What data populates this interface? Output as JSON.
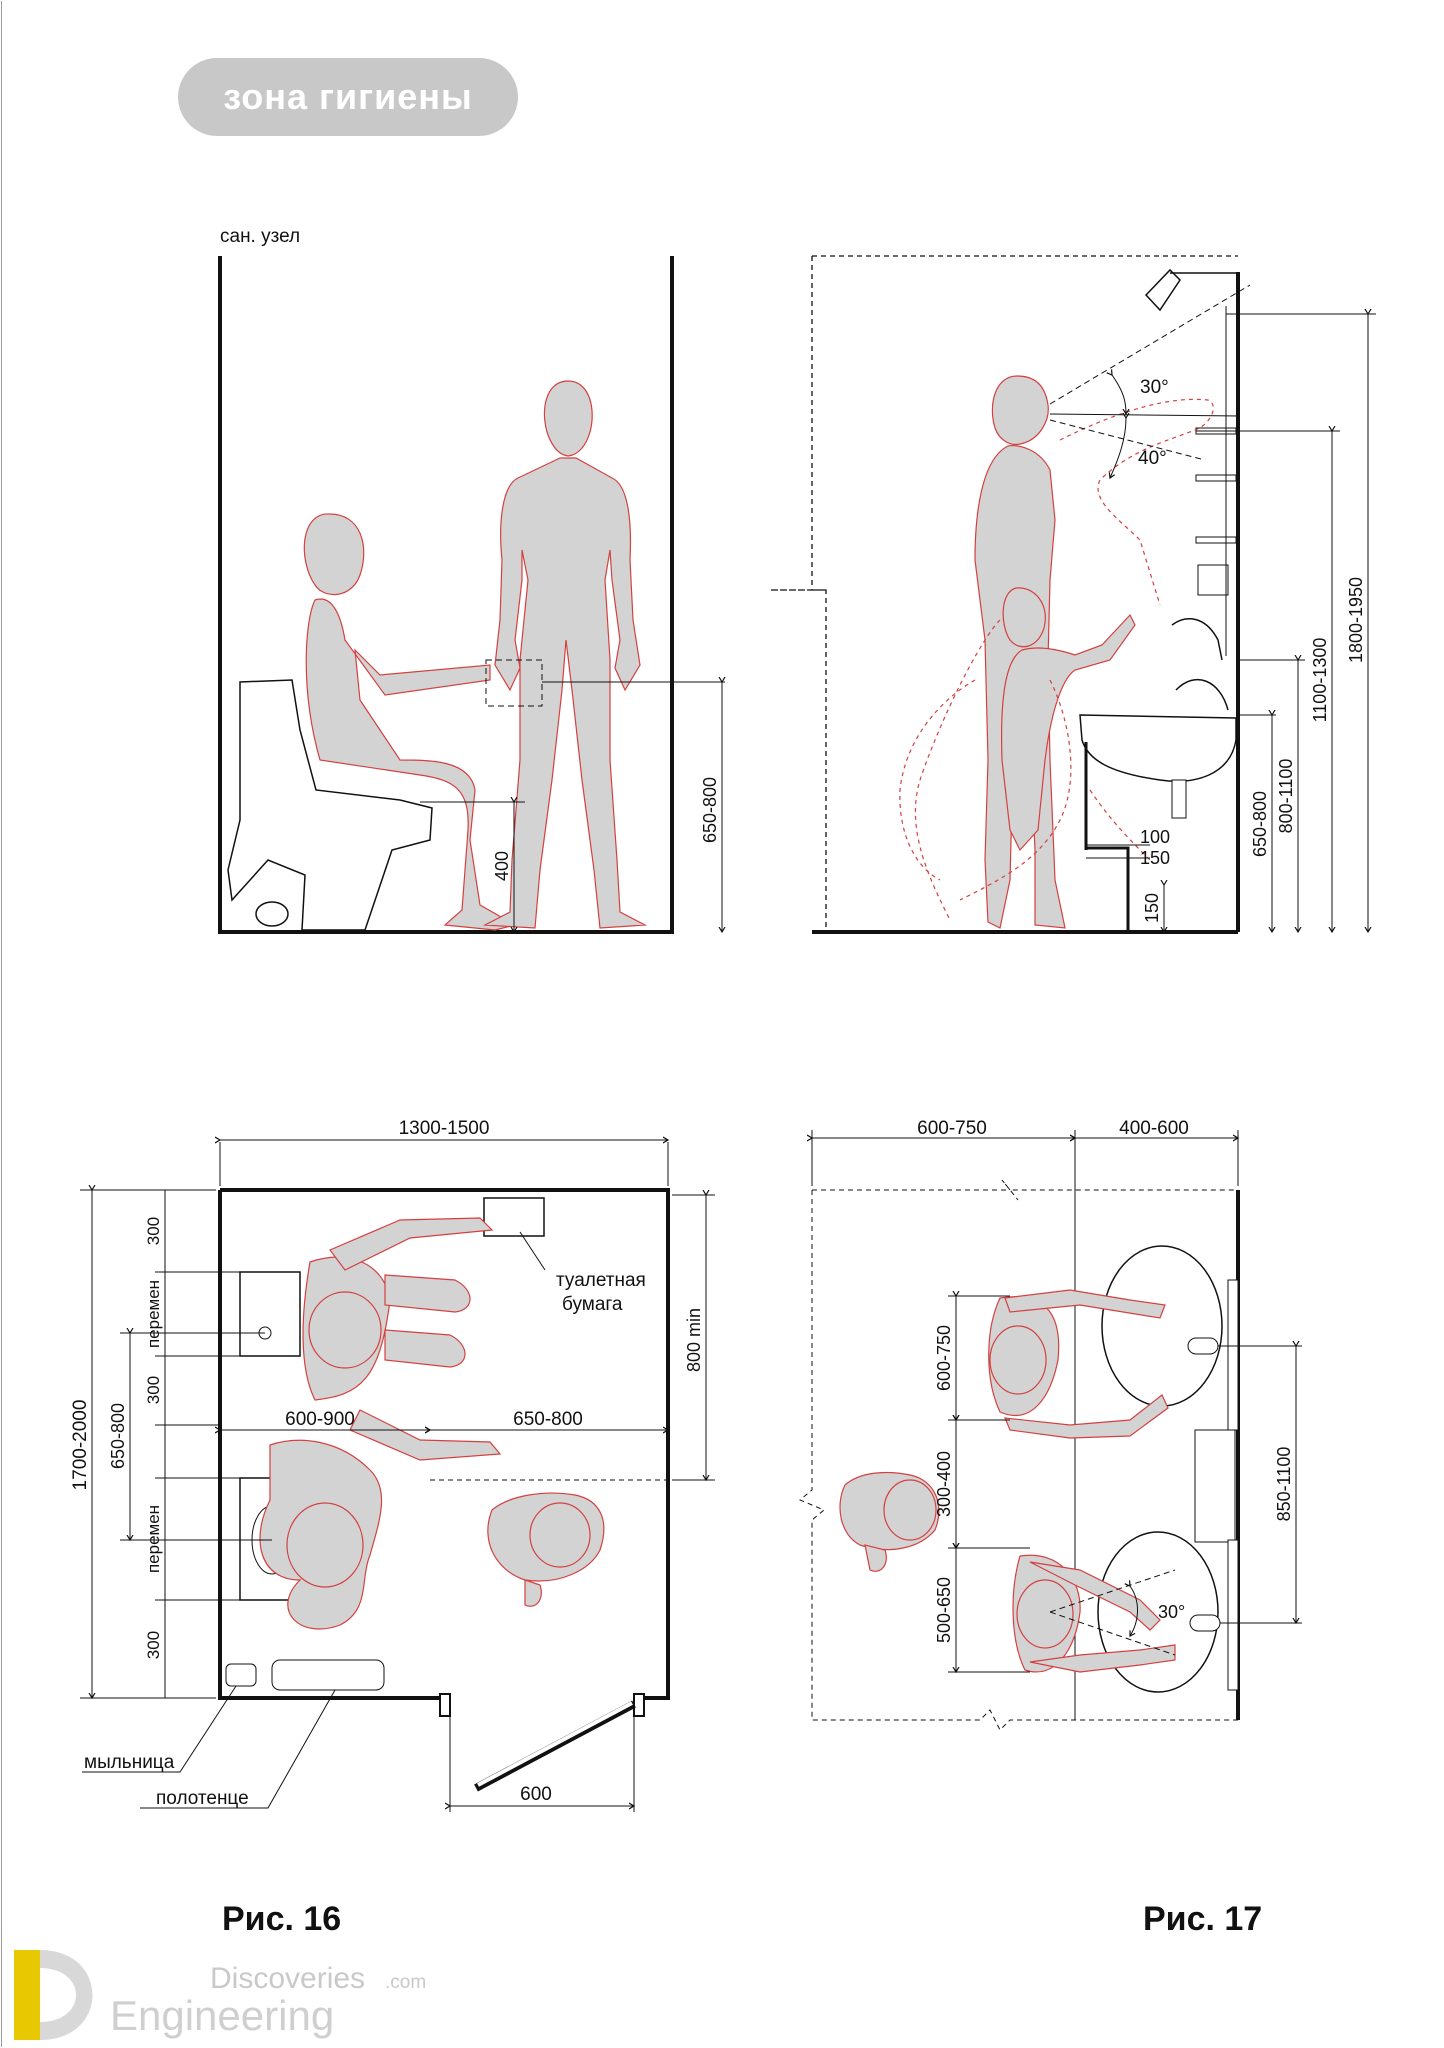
{
  "title": "зона гигиены",
  "fig16": {
    "caption": "Рис. 16",
    "room_label": "сан. узел",
    "dim_650_800": "650-800",
    "dim_400": "400",
    "plan": {
      "dim_width": "1300-1500",
      "dim_depth": "1700-2000",
      "dim_300_top": "300",
      "dim_peremen_1": "перемен",
      "dim_300_mid": "300",
      "dim_650_800": "650-800",
      "dim_peremen_2": "перемен",
      "dim_300_bot": "300",
      "dim_600_900": "600-900",
      "dim_650_800_h": "650-800",
      "dim_800min": "800 min",
      "dim_door": "600",
      "label_paper": "туалетная бумага",
      "label_paper_1": "туалетная",
      "label_paper_2": "бумага",
      "label_soap": "мыльница",
      "label_towel": "полотенце"
    }
  },
  "fig17": {
    "caption": "Рис. 17",
    "angle_30": "30°",
    "angle_40": "40°",
    "dim_1800_1950": "1800-1950",
    "dim_1100_1300": "1100-1300",
    "dim_800_1100": "800-1100",
    "dim_650_800": "650-800",
    "dim_100": "100",
    "dim_150": "150",
    "dim_150_b": "150",
    "plan": {
      "dim_600_750_top": "600-750",
      "dim_400_600": "400-600",
      "dim_600_750_side": "600-750",
      "dim_300_400": "300-400",
      "dim_500_650": "500-650",
      "dim_850_1100": "850-1100",
      "angle_30": "30°"
    }
  },
  "watermark": {
    "line1": "Discoveries",
    "line1_suffix": ".com",
    "line2": "Engineering"
  },
  "colors": {
    "figure_fill": "#d3d3d3",
    "figure_stroke": "#d44040",
    "line": "#111111"
  }
}
